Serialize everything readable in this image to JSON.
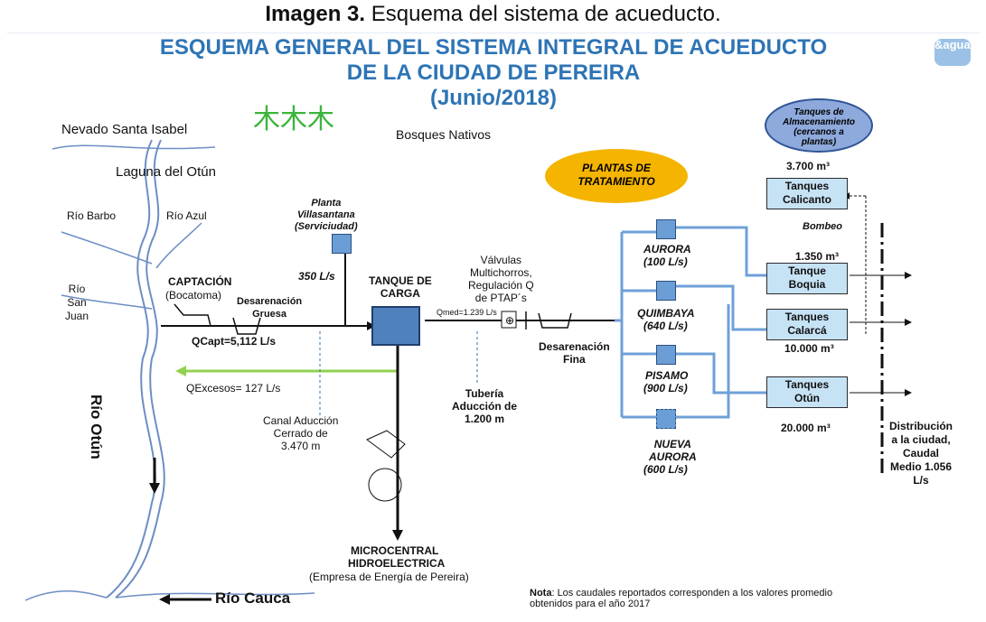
{
  "caption": {
    "prefix": "Imagen 3.",
    "text": "Esquema del sistema de acueducto."
  },
  "title": {
    "line1": "ESQUEMA GENERAL DEL SISTEMA INTEGRAL DE ACUEDUCTO",
    "line2": "DE LA CIUDAD DE PEREIRA",
    "line3": "(Junio/2018)"
  },
  "logo": "&aguas",
  "sources": {
    "nevado": "Nevado Santa Isabel",
    "laguna": "Laguna del Otún",
    "barbo": "Río Barbo",
    "azul": "Río Azul",
    "san_juan": "Río\nSan\nJuan",
    "otun": "Río Otún",
    "cauca": "Río Cauca"
  },
  "bosques": "Bosques Nativos",
  "villa": {
    "name": "Planta\nVillasantana\n(Serviciudad)",
    "flow": "350 L/s"
  },
  "captacion": {
    "title": "CAPTACIÓN",
    "sub": "(Bocatoma)",
    "q": "QCapt=5,112 L/s"
  },
  "desarenacion_gruesa": "Desarenación\nGruesa",
  "tanque_carga": "TANQUE DE\nCARGA",
  "excesos": "QExcesos= 127 L/s",
  "canal": "Canal Aducción\nCerrado de\n3.470 m",
  "tuberia": "Tubería\nAducción de\n1.200 m",
  "valvulas": "Válvulas\nMultichorros,\nRegulación Q\nde PTAP´s",
  "qmed": "Qmed=1.239 L/s",
  "desarenacion_fina": "Desarenación\nFina",
  "micro": {
    "line1": "MICROCENTRAL",
    "line2": "HIDROELECTRICA",
    "line3": "(Empresa de Energía de Pereira)"
  },
  "plantas_oval": "PLANTAS DE\nTRATAMIENTO",
  "tanques_oval": "Tanques de\nAlmacenamiento\n(cercanos a\nplantas)",
  "plants": [
    {
      "name": "AURORA",
      "flow": "(100 L/s)"
    },
    {
      "name": "QUIMBAYA",
      "flow": "(640 L/s)"
    },
    {
      "name": "PISAMO",
      "flow": "(900 L/s)"
    },
    {
      "name": "NUEVA\nAURORA",
      "flow": "(600 L/s)"
    }
  ],
  "tanks": {
    "calicanto": {
      "label": "Tanques\nCalicanto",
      "cap": "3.700 m³"
    },
    "boquia": {
      "label": "Tanque\nBoquia",
      "cap": "1.350 m³"
    },
    "calarca": {
      "label": "Tanques\nCalarcá",
      "cap": "10.000 m³"
    },
    "otun": {
      "label": "Tanques\nOtún",
      "cap": "20.000 m³"
    }
  },
  "bombeo": "Bombeo",
  "distribucion": "Distribución\na la ciudad,\nCaudal\nMedio 1.056\nL/s",
  "nota": {
    "label": "Nota",
    "text": ": Los caudales reportados corresponden a los valores promedio\nobtenidos para el año 2017"
  },
  "colors": {
    "title": "#2e74b5",
    "pipe": "#6fa0d8",
    "excess": "#92d050",
    "plants_oval": "#f4b400",
    "tanks_oval": "#8ea9db",
    "river": "#6d8ec4"
  }
}
